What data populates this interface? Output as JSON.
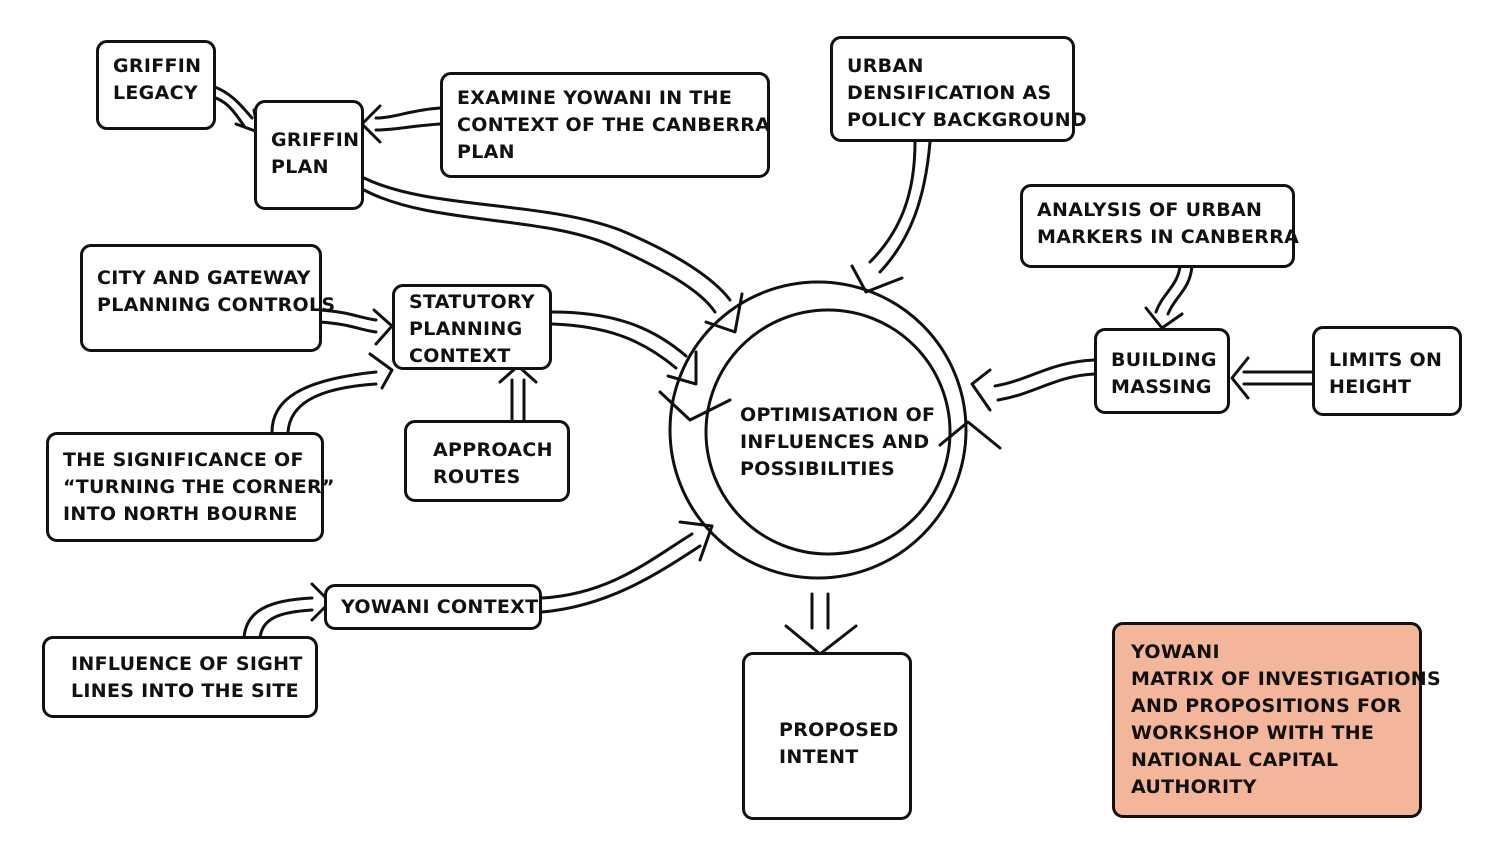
{
  "colors": {
    "stroke": "#111111",
    "background": "#ffffff",
    "title_fill": "#f4b69b"
  },
  "nodes": {
    "griffin_legacy": [
      "GRIFFIN",
      "LEGACY"
    ],
    "griffin_plan": [
      "GRIFFIN",
      "PLAN"
    ],
    "examine_yowani": [
      "EXAMINE YOWANI IN THE",
      "CONTEXT OF THE CANBERRA",
      "PLAN"
    ],
    "urban_densification": [
      "URBAN",
      "DENSIFICATION AS",
      "POLICY BACKGROUND"
    ],
    "analysis_urban_markers": [
      "ANALYSIS OF URBAN",
      "MARKERS IN CANBERRA"
    ],
    "city_gateway": [
      "CITY AND GATEWAY",
      "PLANNING CONTROLS"
    ],
    "statutory_planning": [
      "STATUTORY",
      "PLANNING",
      "CONTEXT"
    ],
    "approach_routes": [
      "APPROACH",
      "ROUTES"
    ],
    "turning_corner": [
      "THE SIGNIFICANCE OF",
      "“TURNING THE CORNER”",
      "INTO NORTH BOURNE"
    ],
    "building_massing": [
      "BUILDING",
      "MASSING"
    ],
    "limits_height": [
      "LIMITS ON",
      "HEIGHT"
    ],
    "yowani_context": [
      "YOWANI CONTEXT"
    ],
    "sight_lines": [
      "INFLUENCE OF SIGHT",
      "LINES INTO THE SITE"
    ],
    "center": [
      "OPTIMISATION OF",
      "INFLUENCES AND",
      "POSSIBILITIES"
    ],
    "proposed_intent": [
      "PROPOSED",
      "INTENT"
    ],
    "title_box": [
      "YOWANI",
      "MATRIX OF INVESTIGATIONS",
      "AND PROPOSITIONS FOR",
      "WORKSHOP WITH THE",
      "NATIONAL CAPITAL",
      "AUTHORITY"
    ]
  }
}
